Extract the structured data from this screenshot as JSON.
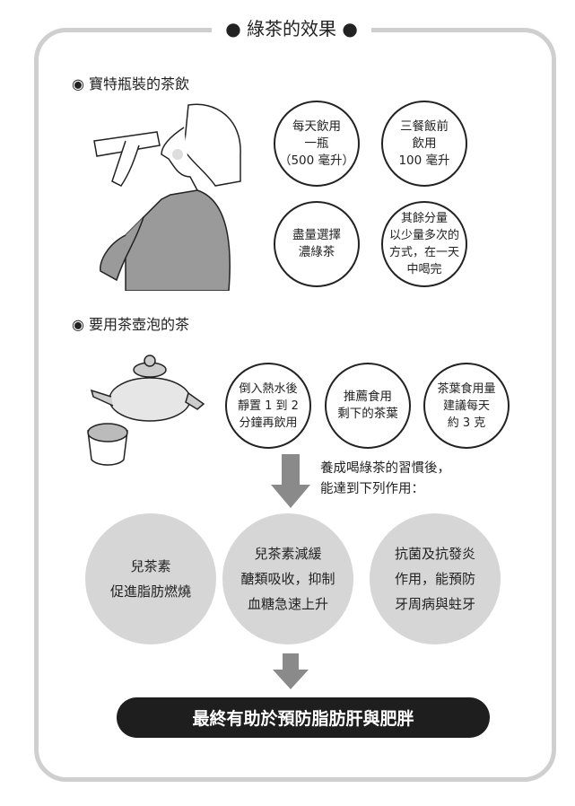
{
  "title": "● 綠茶的效果 ●",
  "section1": {
    "heading": "◉ 寶特瓶裝的茶飲",
    "tips": [
      "每天飲用\n一瓶\n（500 毫升）",
      "三餐飯前\n飲用\n100 毫升",
      "盡量選擇\n濃綠茶",
      "其餘分量\n以少量多次的\n方式，在一天\n中喝完"
    ]
  },
  "section2": {
    "heading": "◉ 要用茶壺泡的茶",
    "tips": [
      "倒入熱水後\n靜置 1 到 2\n分鐘再飲用",
      "推薦食用\n剩下的茶葉",
      "茶葉食用量\n建議每天\n約 3 克"
    ]
  },
  "note": "養成喝綠茶的習慣後，\n能達到下列作用：",
  "effects": [
    "兒茶素\n促進脂肪燃燒",
    "兒茶素減緩\n醣類吸收，抑制\n血糖急速上升",
    "抗菌及抗發炎\n作用，能預防\n牙周病與蛀牙"
  ],
  "conclusion": "最終有助於預防脂肪肝與肥胖"
}
